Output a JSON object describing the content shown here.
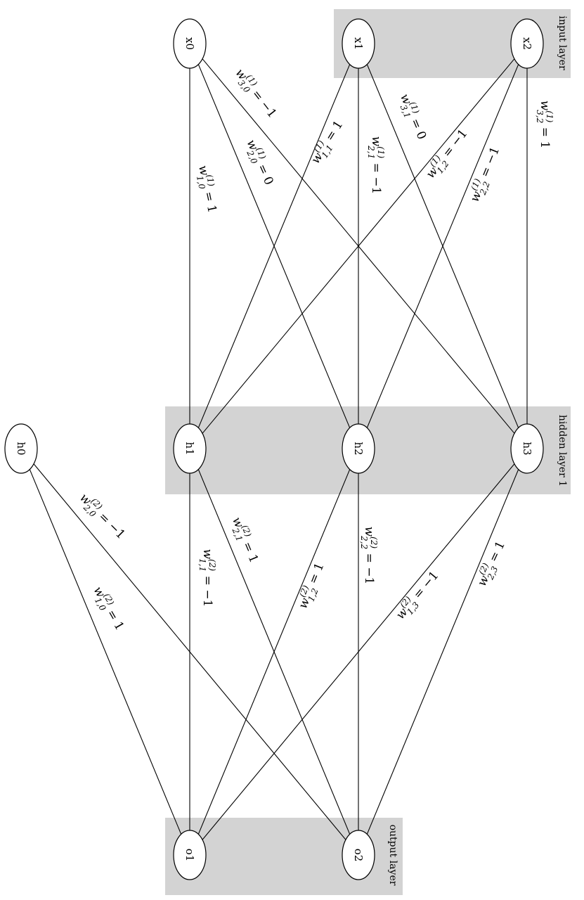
{
  "diagram": {
    "clusters": {
      "input": "input layer",
      "hidden": "hidden layer 1",
      "output": "output layer"
    },
    "nodes": {
      "x0": "x0",
      "x1": "x1",
      "x2": "x2",
      "h0": "h0",
      "h1": "h1",
      "h2": "h2",
      "h3": "h3",
      "o1": "o1",
      "o2": "o2"
    },
    "edges": [
      {
        "from": "x0",
        "to": "h1",
        "w": "w",
        "sup": "(1)",
        "sub": "1,0",
        "eq": " = 1"
      },
      {
        "from": "x0",
        "to": "h2",
        "w": "w",
        "sup": "(1)",
        "sub": "2,0",
        "eq": " = 0"
      },
      {
        "from": "x0",
        "to": "h3",
        "w": "w",
        "sup": "(1)",
        "sub": "3,0",
        "eq": " = −1"
      },
      {
        "from": "x1",
        "to": "h1",
        "w": "w",
        "sup": "(1)",
        "sub": "1,1",
        "eq": " = 1"
      },
      {
        "from": "x1",
        "to": "h2",
        "w": "w",
        "sup": "(1)",
        "sub": "2,1",
        "eq": " = −1"
      },
      {
        "from": "x1",
        "to": "h3",
        "w": "w",
        "sup": "(1)",
        "sub": "3,1",
        "eq": " = 0"
      },
      {
        "from": "x2",
        "to": "h1",
        "w": "w",
        "sup": "(1)",
        "sub": "1,2",
        "eq": " = −1"
      },
      {
        "from": "x2",
        "to": "h2",
        "w": "w",
        "sup": "(1)",
        "sub": "2,2",
        "eq": " = −1"
      },
      {
        "from": "x2",
        "to": "h3",
        "w": "w",
        "sup": "(1)",
        "sub": "3,2",
        "eq": " = 1"
      },
      {
        "from": "h0",
        "to": "o1",
        "w": "w",
        "sup": "(2)",
        "sub": "1,0",
        "eq": " = 1"
      },
      {
        "from": "h0",
        "to": "o2",
        "w": "w",
        "sup": "(2)",
        "sub": "2,0",
        "eq": " = −1"
      },
      {
        "from": "h1",
        "to": "o1",
        "w": "w",
        "sup": "(2)",
        "sub": "1,1",
        "eq": " = −1"
      },
      {
        "from": "h1",
        "to": "o2",
        "w": "w",
        "sup": "(2)",
        "sub": "2,1",
        "eq": " = 1"
      },
      {
        "from": "h2",
        "to": "o1",
        "w": "w",
        "sup": "(2)",
        "sub": "1,2",
        "eq": " = 1"
      },
      {
        "from": "h2",
        "to": "o2",
        "w": "w",
        "sup": "(2)",
        "sub": "2,2",
        "eq": " = −1"
      },
      {
        "from": "h3",
        "to": "o1",
        "w": "w",
        "sup": "(2)",
        "sub": "1,3",
        "eq": " = −1"
      },
      {
        "from": "h3",
        "to": "o2",
        "w": "w",
        "sup": "(2)",
        "sub": "2,3",
        "eq": " = 1"
      }
    ],
    "colors": {
      "cluster_fill": "#d3d3d3",
      "stroke": "#000000",
      "background": "#ffffff"
    }
  }
}
